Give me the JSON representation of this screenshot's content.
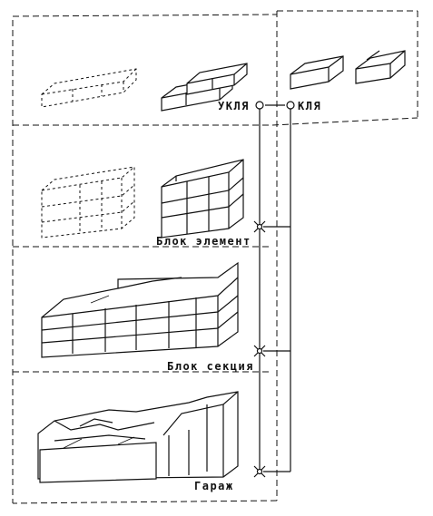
{
  "labels": {
    "uklya": "УКЛЯ",
    "klya": "КЛЯ",
    "block_element": "Блок элемент",
    "block_section": "Блок секция",
    "garage": "Гараж"
  }
}
